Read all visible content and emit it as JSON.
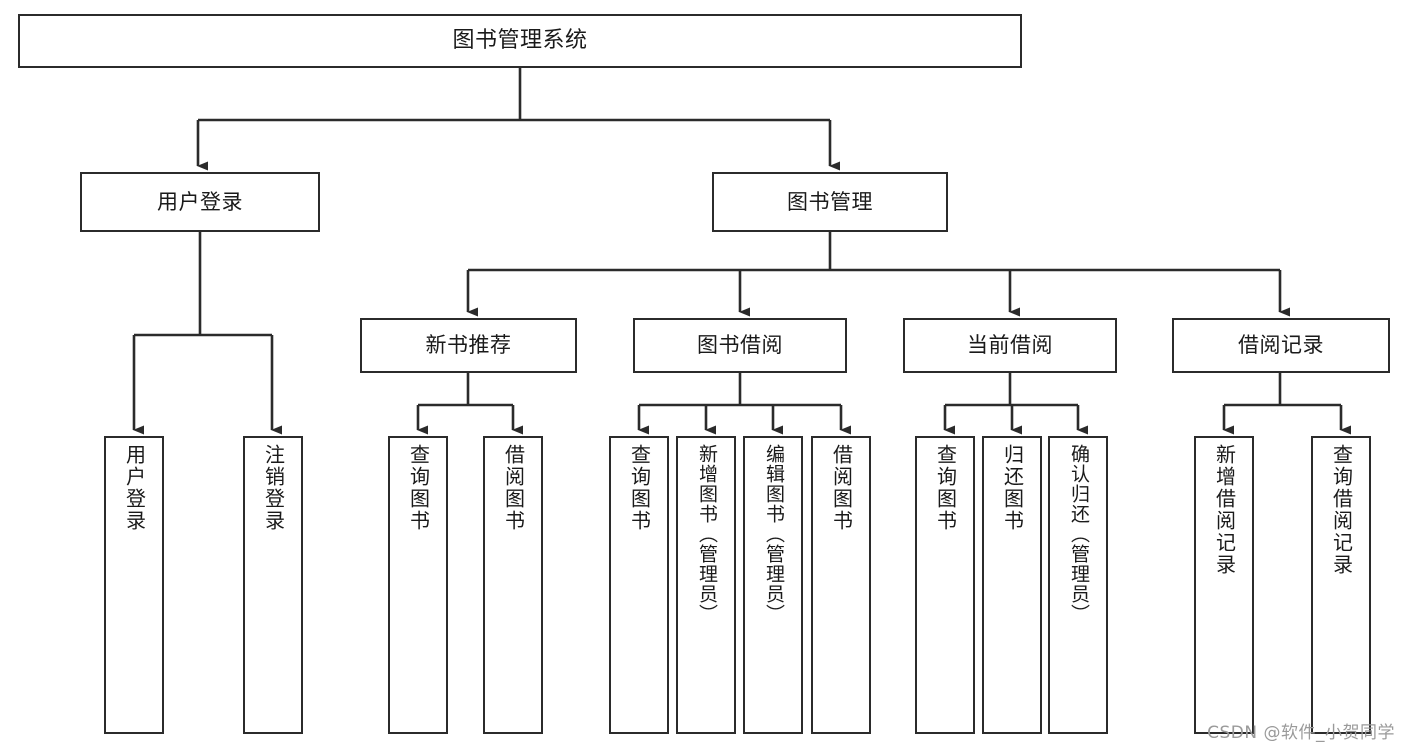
{
  "diagram": {
    "title": "图书管理系统",
    "type": "function-structure-tree",
    "theme": {
      "background": "#ffffff",
      "node_fill": "#ffffff",
      "node_border": "#2b2b2b",
      "edge_color": "#2b2b2b",
      "text_color": "#1a1a1a",
      "watermark_color": "#9a9a9a"
    },
    "root": {
      "id": "root",
      "label": "图书管理系统"
    },
    "level2": [
      {
        "id": "user-login",
        "label": "用户登录"
      },
      {
        "id": "book-manage",
        "label": "图书管理"
      }
    ],
    "level3": [
      {
        "id": "new-book-rec",
        "label": "新书推荐"
      },
      {
        "id": "book-borrow",
        "label": "图书借阅"
      },
      {
        "id": "current-borrow",
        "label": "当前借阅"
      },
      {
        "id": "borrow-record",
        "label": "借阅记录"
      }
    ],
    "leaves": {
      "user_login": [
        {
          "id": "leaf-user-login",
          "label": "用户登录"
        },
        {
          "id": "leaf-logout-login",
          "label": "注销登录"
        }
      ],
      "new_book_rec": [
        {
          "id": "leaf-query-book-1",
          "label": "查询图书"
        },
        {
          "id": "leaf-borrow-book-1",
          "label": "借阅图书"
        }
      ],
      "book_borrow": [
        {
          "id": "leaf-query-book-2",
          "label": "查询图书"
        },
        {
          "id": "leaf-add-book",
          "label": "新增图书（管理员）"
        },
        {
          "id": "leaf-edit-book",
          "label": "编辑图书（管理员）"
        },
        {
          "id": "leaf-borrow-book-2",
          "label": "借阅图书"
        }
      ],
      "current_borrow": [
        {
          "id": "leaf-query-book-3",
          "label": "查询图书"
        },
        {
          "id": "leaf-return-book",
          "label": "归还图书"
        },
        {
          "id": "leaf-confirm-return",
          "label": "确认归还（管理员）"
        }
      ],
      "borrow_record": [
        {
          "id": "leaf-add-record",
          "label": "新增借阅记录"
        },
        {
          "id": "leaf-query-record",
          "label": "查询借阅记录"
        }
      ]
    },
    "watermark": "CSDN @软件_小贺同学"
  }
}
